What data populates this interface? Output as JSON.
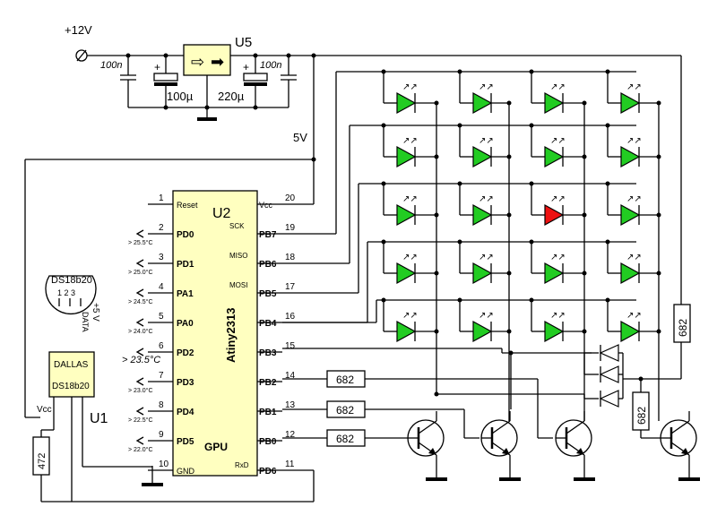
{
  "power": {
    "supply_label": "+12V",
    "regulator_ref": "U5",
    "cap_in_small": "100n",
    "cap_in_bulk": "100µ",
    "cap_out_bulk": "220µ",
    "cap_out_small": "100n",
    "rail_5v": "5V",
    "polarity_plus": "+"
  },
  "mcu": {
    "ref": "U2",
    "part": "Atiny2313",
    "pins_left": [
      {
        "num": "1",
        "name": "Reset"
      },
      {
        "num": "2",
        "name": "PD0",
        "temp": "> 25.5°C"
      },
      {
        "num": "3",
        "name": "PD1",
        "temp": "> 25.0°C"
      },
      {
        "num": "4",
        "name": "PA1",
        "temp": "> 24.5°C"
      },
      {
        "num": "5",
        "name": "PA0",
        "temp": "> 24.0°C"
      },
      {
        "num": "6",
        "name": "PD2",
        "temp": "> 23.5°C"
      },
      {
        "num": "7",
        "name": "PD3",
        "temp": "> 23.0°C"
      },
      {
        "num": "8",
        "name": "PD4",
        "temp": "> 22.5°C"
      },
      {
        "num": "9",
        "name": "PD5",
        "temp": "> 22.0°C"
      },
      {
        "num": "10",
        "name": "GND"
      }
    ],
    "pins_right": [
      {
        "num": "20",
        "name": "Vcc"
      },
      {
        "num": "19",
        "name": "PB7",
        "func": "SCK"
      },
      {
        "num": "18",
        "name": "PB6",
        "func": "MISO"
      },
      {
        "num": "17",
        "name": "PB5",
        "func": "MOSI"
      },
      {
        "num": "16",
        "name": "PB4"
      },
      {
        "num": "15",
        "name": "PB3"
      },
      {
        "num": "14",
        "name": "PB2"
      },
      {
        "num": "13",
        "name": "PB1"
      },
      {
        "num": "12",
        "name": "PB0"
      },
      {
        "num": "11",
        "name": "PD6",
        "func": "RxD"
      }
    ],
    "gpu_label": "GPU"
  },
  "sensor": {
    "ref": "U1",
    "brand": "DALLAS",
    "part": "DS18b20",
    "vcc_label": "Vcc",
    "package_label": "DS18b20",
    "package_pins": "1  2  3",
    "package_vplus": "+5 V",
    "package_data": "DATA",
    "pullup": "472"
  },
  "resistors": {
    "base_pb2": "682",
    "base_pb1": "682",
    "base_pb0": "682",
    "base_pb3": "682",
    "vert_right": "682"
  },
  "colors": {
    "led_on": "#ee1111",
    "led_off": "#22cc22",
    "chip_fill": "#ffffc0"
  },
  "led_matrix": {
    "rows": 5,
    "cols": 4,
    "lit": [
      {
        "row": 2,
        "col": 2
      }
    ]
  }
}
